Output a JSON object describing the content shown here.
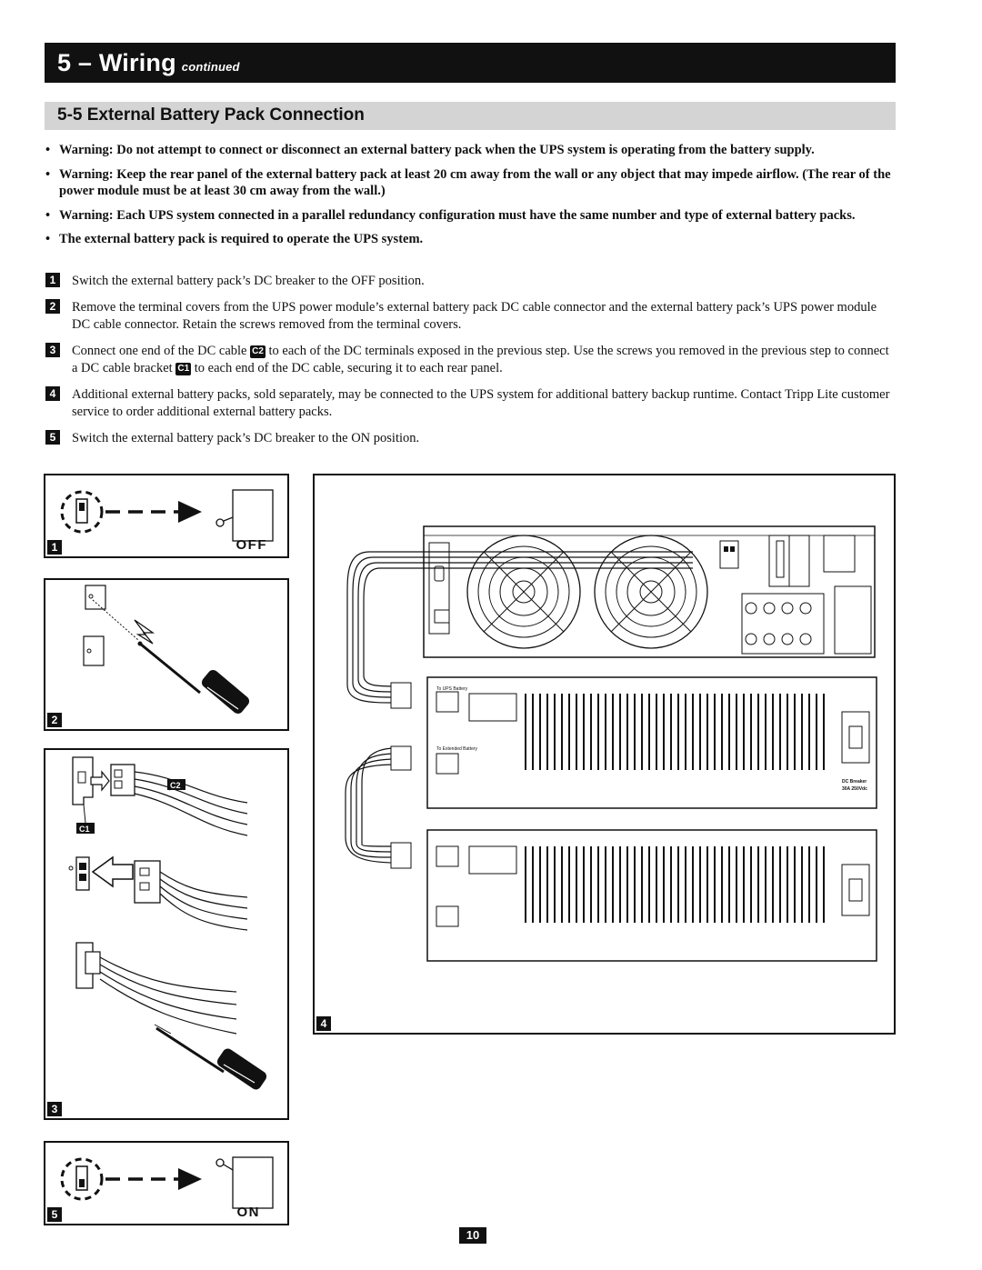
{
  "header": {
    "title": "5 – Wiring",
    "subtitle": "continued"
  },
  "section": {
    "title": "5-5 External Battery Pack Connection"
  },
  "warnings": [
    "Warning: Do not attempt to connect or disconnect an external battery pack when the UPS system is operating from the battery supply.",
    "Warning: Keep the rear panel of the external battery pack at least 20 cm away from the wall or any object that may impede airflow. (The rear of the power module must be at least 30 cm away from the wall.)",
    "Warning: Each UPS system connected in a parallel redundancy configuration must have the same number and type of external battery packs.",
    "The external battery pack is required to operate the UPS system."
  ],
  "steps": {
    "s1": {
      "num": "1",
      "text": "Switch the external battery pack’s DC breaker to the OFF position."
    },
    "s2": {
      "num": "2",
      "text": "Remove the terminal covers from the UPS power module’s external battery pack DC cable connector and the external battery pack’s UPS power module DC cable connector. Retain the screws removed from the terminal covers."
    },
    "s3": {
      "num": "3",
      "text_a": "Connect one end of the DC cable",
      "tag_c2": "C2",
      "text_b": "to each of the DC terminals exposed in the previous step. Use the screws you removed in the previous step to connect a DC cable bracket",
      "tag_c1": "C1",
      "text_c": "to each end of the DC cable, securing it to each rear panel."
    },
    "s4": {
      "num": "4",
      "text": "Additional external battery packs, sold separately, may be connected to the UPS system for additional battery backup runtime. Contact Tripp Lite customer service to order additional external battery packs."
    },
    "s5": {
      "num": "5",
      "text": "Switch the external battery pack’s DC breaker to the ON position."
    }
  },
  "figures": {
    "f1": {
      "num": "1",
      "state": "OFF"
    },
    "f2": {
      "num": "2"
    },
    "f3": {
      "num": "3",
      "tag_c2": "C2",
      "tag_c1": "C1"
    },
    "f4": {
      "num": "4",
      "battery_to_ups": "To UPS Battery",
      "battery_to_ext": "To Extended Battery",
      "breaker_label": "DC Breaker",
      "breaker_rating": "30A 250Vdc"
    },
    "f5": {
      "num": "5",
      "state": "ON"
    }
  },
  "page": {
    "number": "10"
  }
}
